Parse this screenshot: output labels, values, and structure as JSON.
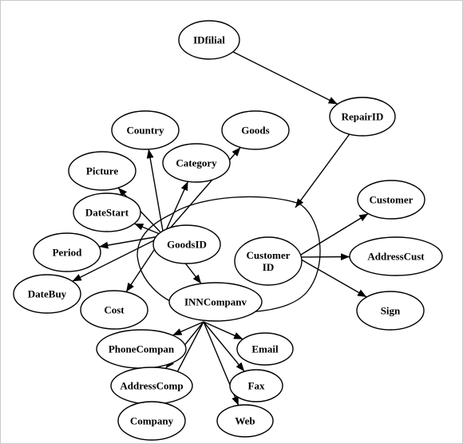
{
  "diagram": {
    "nodes": [
      {
        "id": "idfilial",
        "lines": [
          "IDfilial"
        ]
      },
      {
        "id": "repairid",
        "lines": [
          "RepairID"
        ]
      },
      {
        "id": "country",
        "lines": [
          "Country"
        ]
      },
      {
        "id": "goods",
        "lines": [
          "Goods"
        ]
      },
      {
        "id": "category",
        "lines": [
          "Category"
        ]
      },
      {
        "id": "picture",
        "lines": [
          "Picture"
        ]
      },
      {
        "id": "datestart",
        "lines": [
          "DateStart"
        ]
      },
      {
        "id": "customer",
        "lines": [
          "Customer"
        ]
      },
      {
        "id": "goodsid",
        "lines": [
          "GoodsID"
        ]
      },
      {
        "id": "customerid",
        "lines": [
          "Customer",
          "ID"
        ]
      },
      {
        "id": "period",
        "lines": [
          "Period"
        ]
      },
      {
        "id": "addresscust",
        "lines": [
          "AddressCust"
        ]
      },
      {
        "id": "datebuy",
        "lines": [
          "DateBuy"
        ]
      },
      {
        "id": "cost",
        "lines": [
          "Cost"
        ]
      },
      {
        "id": "inncompany",
        "lines": [
          "INNCompanv"
        ]
      },
      {
        "id": "sign",
        "lines": [
          "Sign"
        ]
      },
      {
        "id": "phonecompan",
        "lines": [
          "PhoneCompan"
        ]
      },
      {
        "id": "email",
        "lines": [
          "Email"
        ]
      },
      {
        "id": "addresscomp",
        "lines": [
          "AddressComp"
        ]
      },
      {
        "id": "fax",
        "lines": [
          "Fax"
        ]
      },
      {
        "id": "company",
        "lines": [
          "Company"
        ]
      },
      {
        "id": "web",
        "lines": [
          "Web"
        ]
      }
    ],
    "edges": [
      {
        "from": "idfilial",
        "to": "repairid"
      },
      {
        "from": "repairid",
        "to": "blob"
      },
      {
        "from": "goodsid",
        "to": "country"
      },
      {
        "from": "goodsid",
        "to": "goods"
      },
      {
        "from": "goodsid",
        "to": "category"
      },
      {
        "from": "goodsid",
        "to": "picture"
      },
      {
        "from": "goodsid",
        "to": "datestart"
      },
      {
        "from": "goodsid",
        "to": "period"
      },
      {
        "from": "goodsid",
        "to": "datebuy"
      },
      {
        "from": "goodsid",
        "to": "cost"
      },
      {
        "from": "goodsid",
        "to": "inncompany"
      },
      {
        "from": "customerid",
        "to": "customer"
      },
      {
        "from": "customerid",
        "to": "addresscust"
      },
      {
        "from": "customerid",
        "to": "sign"
      },
      {
        "from": "inncompany",
        "to": "phonecompan"
      },
      {
        "from": "inncompany",
        "to": "email"
      },
      {
        "from": "inncompany",
        "to": "addresscomp"
      },
      {
        "from": "inncompany",
        "to": "fax"
      },
      {
        "from": "inncompany",
        "to": "company"
      },
      {
        "from": "inncompany",
        "to": "web"
      }
    ]
  }
}
